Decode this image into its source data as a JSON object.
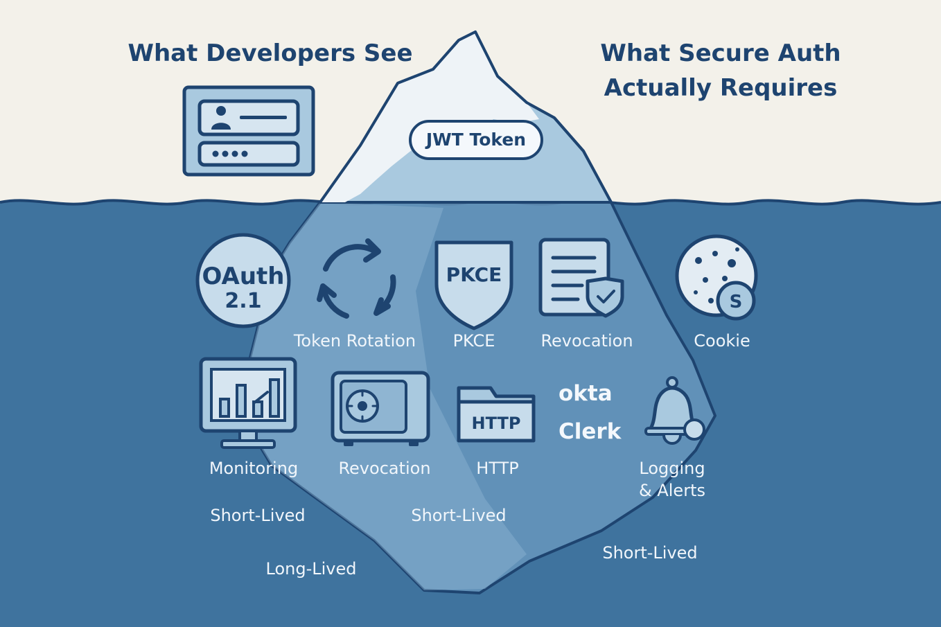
{
  "headings": {
    "left": "What Developers See",
    "right_line1": "What Secure Auth",
    "right_line2": "Actually Requires"
  },
  "tip": {
    "token_label": "JWT Token"
  },
  "badges": {
    "oauth_line1": "OAuth",
    "oauth_line2": "2.1",
    "pkce_shield": "PKCE",
    "http_folder": "HTTP"
  },
  "labels": {
    "token_rotation": "Token Rotation",
    "pkce": "PKCE",
    "revocation_doc": "Revocation",
    "cookie": "Cookie",
    "monitoring": "Monitoring",
    "revocation_safe": "Revocation",
    "http": "HTTP",
    "logging_line1": "Logging",
    "logging_line2": "& Alerts"
  },
  "brands": {
    "okta": "okta",
    "clerk": "Clerk"
  },
  "lifetimes": {
    "short_left": "Short-Lived",
    "short_center": "Short-Lived",
    "long": "Long-Lived",
    "short_right": "Short-Lived"
  },
  "icons": {
    "login_form": "login-form-icon",
    "user": "user-icon",
    "password": "password-dots-icon",
    "rotation": "refresh-arrows-icon",
    "shield": "shield-icon",
    "document": "document-shield-icon",
    "cookie": "cookie-icon",
    "monitor": "monitor-chart-icon",
    "safe": "vault-safe-icon",
    "folder": "folder-icon",
    "bell": "bell-icon"
  },
  "colors": {
    "sky": "#f3f1ea",
    "water": "#3f739e",
    "ice_top": "#a9c9df",
    "ice_under": "#6f9dc2",
    "ink": "#1e4470",
    "text_light": "#f1f6fb"
  }
}
